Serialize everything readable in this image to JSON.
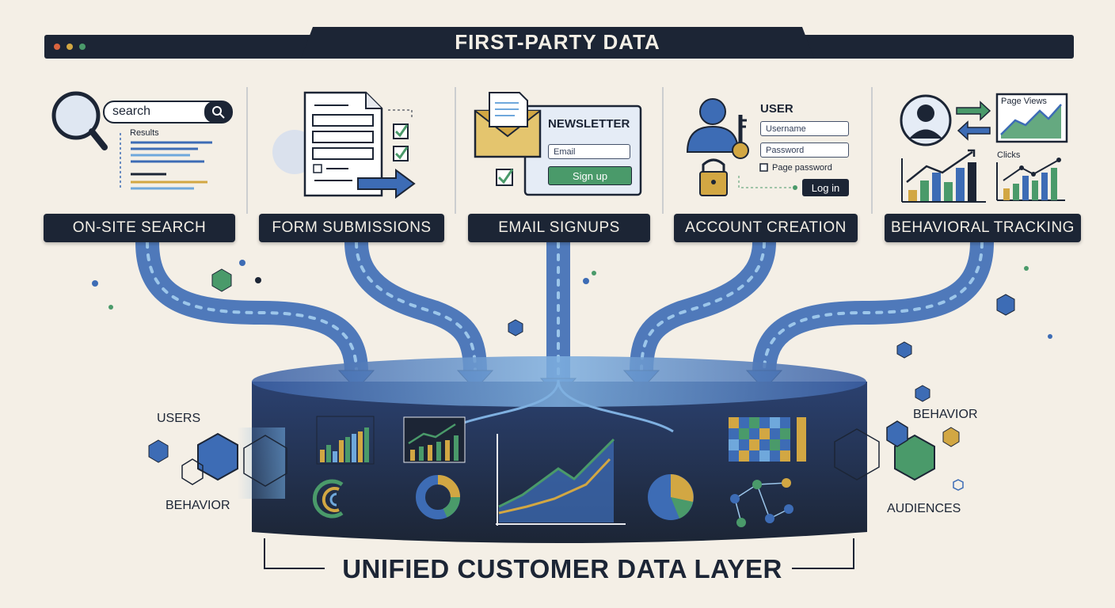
{
  "header": {
    "title": "FIRST-PARTY DATA"
  },
  "sources": [
    {
      "label": "ON-SITE SEARCH"
    },
    {
      "label": "FORM SUBMISSIONS"
    },
    {
      "label": "EMAIL SIGNUPS"
    },
    {
      "label": "ACCOUNT CREATION"
    },
    {
      "label": "BEHAVIORAL TRACKING"
    }
  ],
  "search_panel": {
    "input_value": "search",
    "results_label": "Results"
  },
  "email_panel": {
    "heading": "NEWSLETTER",
    "email_placeholder": "Email",
    "signup_label": "Sign up"
  },
  "account_panel": {
    "heading": "USER",
    "username_placeholder": "Username",
    "password_placeholder": "Password",
    "checkbox_label": "Page password",
    "login_label": "Log in"
  },
  "tracking_panel": {
    "page_views_label": "Page Views",
    "clicks_label": "Clicks"
  },
  "side_labels": {
    "users": "USERS",
    "behavior_left": "BEHAVIOR",
    "behavior_right": "BEHAVIOR",
    "audiences": "AUDIENCES"
  },
  "footer": {
    "title": "UNIFIED CUSTOMER DATA LAYER"
  },
  "colors": {
    "navy": "#1c2535",
    "blue": "#3d6cb5",
    "green": "#4a9a6a",
    "gold": "#d2a743",
    "cream": "#f4efe6"
  }
}
